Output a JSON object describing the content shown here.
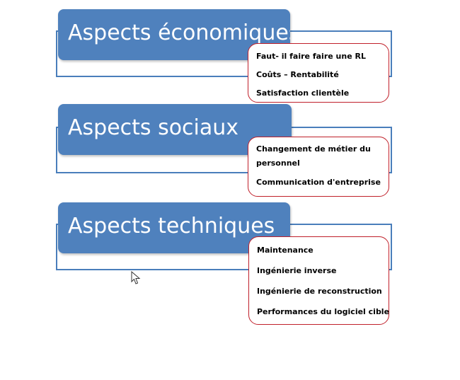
{
  "sections": [
    {
      "title": "Aspects économiques",
      "items": [
        "Faut- il faire faire une RL",
        "Coûts – Rentabilité",
        "Satisfaction clientèle"
      ]
    },
    {
      "title": "Aspects sociaux",
      "items": [
        "Changement de métier du personnel",
        "Communication d'entreprise"
      ]
    },
    {
      "title": "Aspects techniques",
      "items": [
        "Maintenance",
        "Ingénierie inverse",
        "Ingénierie de reconstruction",
        "Performances du logiciel cible"
      ]
    }
  ],
  "colors": {
    "header_fill": "#4f81bd",
    "frame_stroke": "#4a7ebb",
    "detail_border": "#c0202a"
  }
}
